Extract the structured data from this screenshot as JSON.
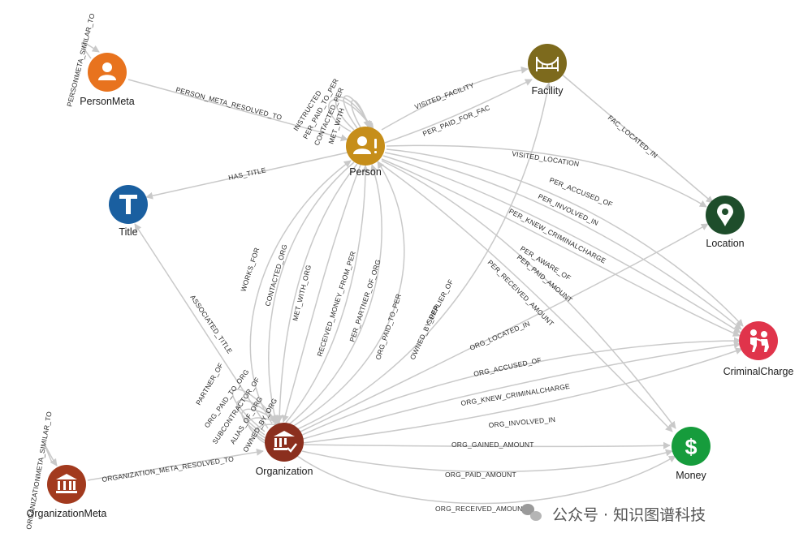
{
  "nodes": {
    "person": {
      "label": "Person",
      "color": "#C68E1A",
      "icon": "person-alert-icon"
    },
    "person_meta": {
      "label": "PersonMeta",
      "color": "#E8731E",
      "icon": "person-icon"
    },
    "facility": {
      "label": "Facility",
      "color": "#7D6A1D",
      "icon": "bridge-icon"
    },
    "location": {
      "label": "Location",
      "color": "#1E4D2B",
      "icon": "map-pin-icon"
    },
    "title": {
      "label": "Title",
      "color": "#1A5FA0",
      "icon": "letter-t-icon"
    },
    "criminal_charge": {
      "label": "CriminalCharge",
      "color": "#E0344B",
      "icon": "arrest-icon"
    },
    "money": {
      "label": "Money",
      "color": "#169C3C",
      "icon": "dollar-icon"
    },
    "organization": {
      "label": "Organization",
      "color": "#8B2F1E",
      "icon": "bank-check-icon"
    },
    "organization_meta": {
      "label": "OrganizationMeta",
      "color": "#A23A1E",
      "icon": "bank-icon"
    }
  },
  "edges": {
    "personmeta_similar_to": "PERSONMETA_SIMILAR_TO",
    "person_meta_resolved_to": "PERSON_META_RESOLVED_TO",
    "instructed": "INSTRUCTED",
    "per_paid_to_per": "PER_PAID_TO_PER",
    "contacted_per": "CONTACTED_PER",
    "met_with": "MET_WITH",
    "visited_facility": "VISITED_FACILITY",
    "per_paid_for_fac": "PER_PAID_FOR_FAC",
    "fac_located_in": "FAC_LOCATED_IN",
    "visited_location": "VISITED_LOCATION",
    "has_title": "HAS_TITLE",
    "per_accused_of": "PER_ACCUSED_OF",
    "per_involved_in": "PER_INVOLVED_IN",
    "per_knew_criminalcharge": "PER_KNEW_CRIMINALCHARGE",
    "per_aware_of": "PER_AWARE_OF",
    "per_paid_amount": "PER_PAID_AMOUNT",
    "per_received_amount": "PER_RECEIVED_AMOUNT",
    "works_for": "WORKS_FOR",
    "contacted_org": "CONTACTED_ORG",
    "met_with_org": "MET_WITH_ORG",
    "received_money_from_per": "RECEIVED_MONEY_FROM_PER",
    "per_partner_of_org": "PER_PARTNER_OF_ORG",
    "org_paid_to_per": "ORG_PAID_TO_PER",
    "owned_by_per": "OWNED_BY_PER",
    "supplier_of": "SUPPLIER_OF",
    "associated_title": "ASSOCIATED_TITLE",
    "partner_of": "PARTNER_OF",
    "org_paid_to_org": "ORG_PAID_TO_ORG",
    "subcontractor_of": "SUBCONTRACTOR_OF",
    "alias_of_org": "ALIAS_OF_ORG",
    "owned_by_org": "OWNED_BY_ORG",
    "org_located_in": "ORG_LOCATED_IN",
    "org_accused_of": "ORG_ACCUSED_OF",
    "org_knew_criminalcharge": "ORG_KNEW_CRIMINALCHARGE",
    "org_involved_in": "ORG_INVOLVED_IN",
    "org_gained_amount": "ORG_GAINED_AMOUNT",
    "org_paid_amount": "ORG_PAID_AMOUNT",
    "org_received_amount": "ORG_RECEIVED_AMOUNT",
    "organization_meta_resolved_to": "ORGANIZATION_META_RESOLVED_TO",
    "organizationmeta_similar_to": "ORGANIZATIONMETA_SIMILAR_TO"
  },
  "watermark": {
    "text": "公众号 · 知识图谱科技",
    "icon": "wechat-icon"
  }
}
